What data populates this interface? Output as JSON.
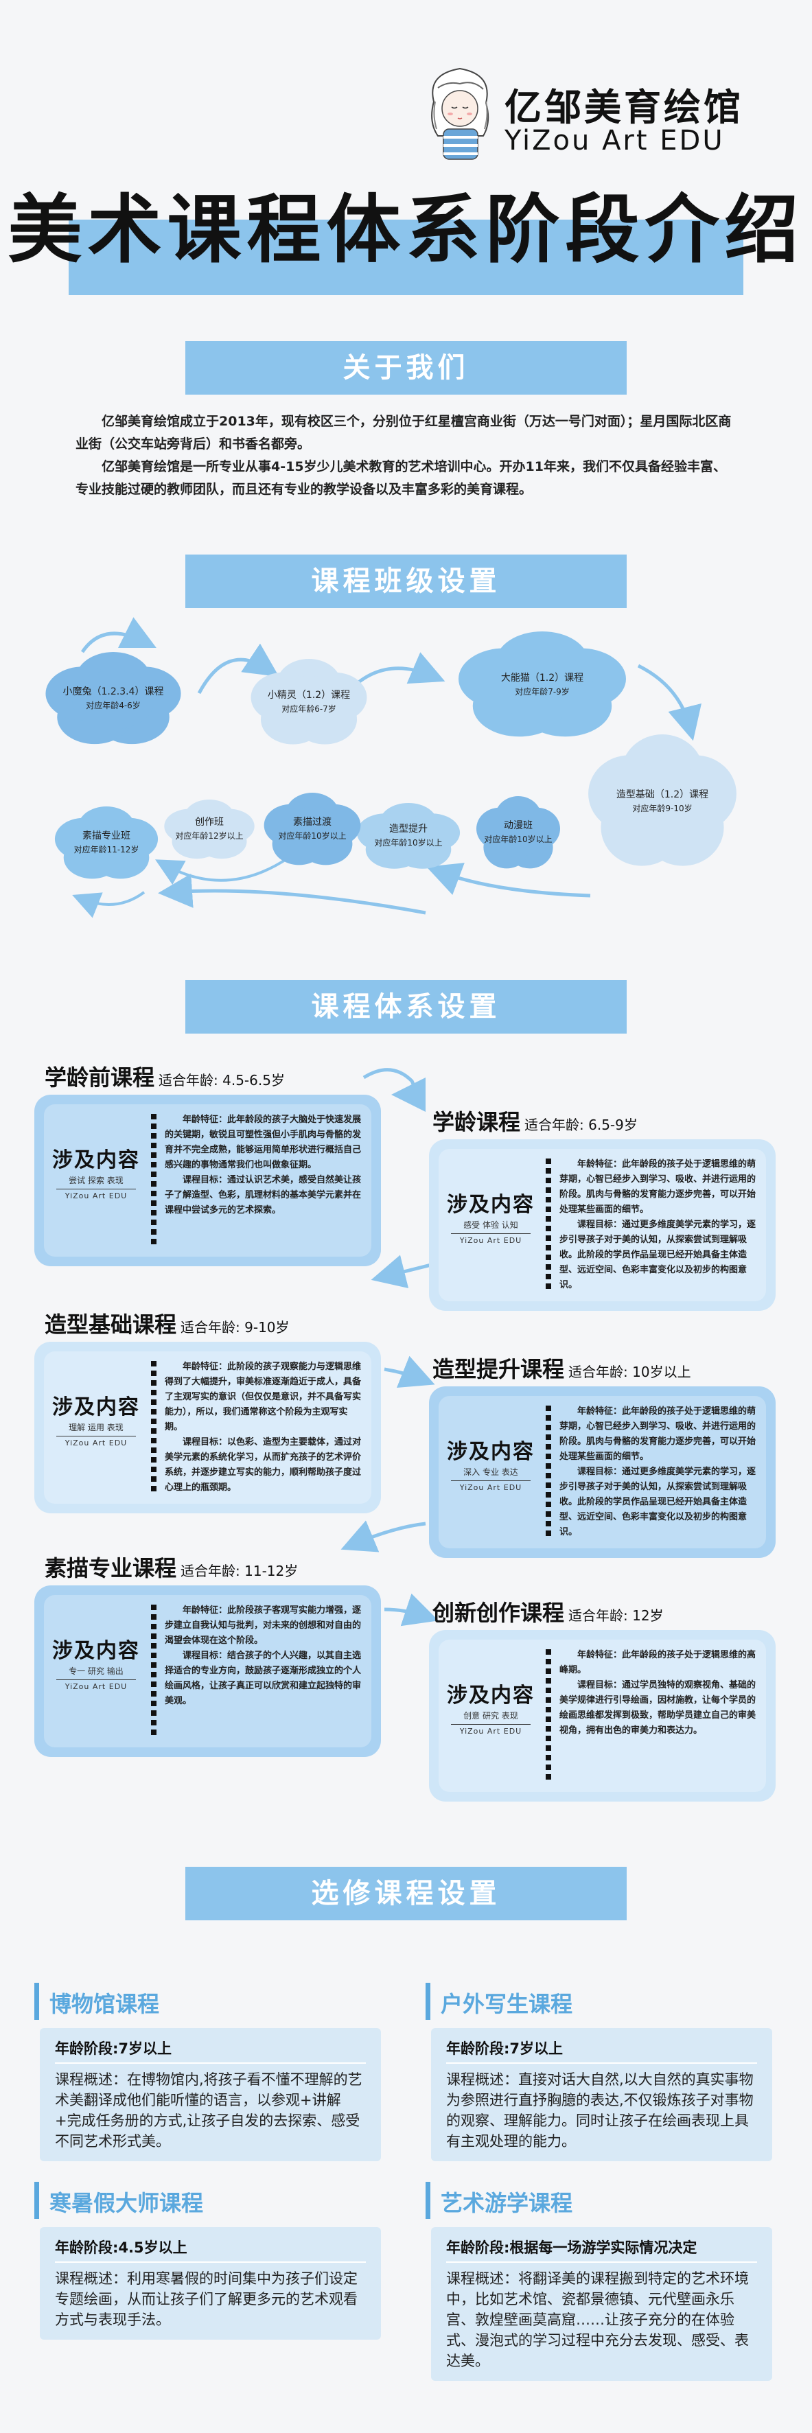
{
  "header": {
    "brand_cn": "亿邹美育绘馆",
    "brand_en": "YiZou Art EDU",
    "main_title": "美术课程体系阶段介绍"
  },
  "about": {
    "heading": "关于我们",
    "para1": "亿邹美育绘馆成立于2013年，现有校区三个，分别位于红星檀宫商业街（万达一号门对面）；星月国际北区商业街（公交车站旁背后）和书香名都旁。",
    "para2": "亿邹美育绘馆是一所专业从事4-15岁少儿美术教育的艺术培训中心。开办11年来，我们不仅具备经验丰富、专业技能过硬的教师团队，而且还有专业的教学设备以及丰富多彩的美育课程。"
  },
  "classes": {
    "heading": "课程班级设置",
    "items": [
      {
        "name": "小魔兔（1.2.3.4）课程",
        "age": "对应年龄4-6岁"
      },
      {
        "name": "小精灵（1.2）课程",
        "age": "对应年龄6-7岁"
      },
      {
        "name": "大能猫（1.2）课程",
        "age": "对应年龄7-9岁"
      },
      {
        "name": "造型基础（1.2）课程",
        "age": "对应年龄9-10岁"
      },
      {
        "name": "动漫班",
        "age": "对应年龄10岁以上"
      },
      {
        "name": "造型提升",
        "age": "对应年龄10岁以上"
      },
      {
        "name": "素描过渡",
        "age": "对应年龄10岁以上"
      },
      {
        "name": "创作班",
        "age": "对应年龄12岁以上"
      },
      {
        "name": "素描专业班",
        "age": "对应年龄11-12岁"
      }
    ]
  },
  "system": {
    "heading": "课程体系设置",
    "age_prefix": "适合年龄:",
    "label_main": "涉及内容",
    "label_en": "YiZou Art EDU",
    "courses": [
      {
        "title": "学龄前课程",
        "age": "4.5-6.5岁",
        "tags": "尝试 探索 表现",
        "p1": "年龄特征：此年龄段的孩子大脑处于快速发展的关键期，敏锐且可塑性强但小手肌肉与骨骼的发育并不完全成熟，能够运用简单形状进行概括自己感兴趣的事物通常我们也叫做象征期。",
        "p2": "课程目标：通过认识艺术美，感受自然美让孩子了解造型、色彩，肌理材料的基本美学元素并在课程中尝试多元的艺术探索。"
      },
      {
        "title": "学龄课程",
        "age": "6.5-9岁",
        "tags": "感受 体验 认知",
        "p1": "年龄特征：此年龄段的孩子处于逻辑思维的萌芽期，心智已经步入到学习、吸收、并进行运用的阶段。肌肉与骨骼的发育能力逐步完善，可以开始处理某些画面的细节。",
        "p2": "课程目标：通过更多维度美学元素的学习，逐步引导孩子对于美的认知，从探索尝试到理解吸收。此阶段的学员作品呈现已经开始具备主体造型、远近空间、色彩丰富变化以及初步的构图意识。"
      },
      {
        "title": "造型基础课程",
        "age": "9-10岁",
        "tags": "理解 运用 表现",
        "p1": "年龄特征：此阶段的孩子观察能力与逻辑思维得到了大幅提升，审美标准逐渐趋近于成人，具备了主观写实的意识（但仅仅是意识，并不具备写实能力），所以，我们通常称这个阶段为主观写实期。",
        "p2": "课程目标：以色彩、造型为主要载体，通过对美学元素的系统化学习，从而扩充孩子的艺术评价系统，并逐步建立写实的能力，顺利帮助孩子度过心理上的瓶颈期。"
      },
      {
        "title": "造型提升课程",
        "age": "10岁以上",
        "tags": "深入 专业 表达",
        "p1": "年龄特征：此年龄段的孩子处于逻辑思维的萌芽期，心智已经步入到学习、吸收、并进行运用的阶段。肌肉与骨骼的发育能力逐步完善，可以开始处理某些画面的细节。",
        "p2": "课程目标：通过更多维度美学元素的学习，逐步引导孩子对于美的认知，从探索尝试到理解吸收。此阶段的学员作品呈现已经开始具备主体造型、远近空间、色彩丰富变化以及初步的构图意识。"
      },
      {
        "title": "素描专业课程",
        "age": "11-12岁",
        "tags": "专一 研究 输出",
        "p1": "年龄特征：此阶段孩子客观写实能力增强，逐步建立自我认知与批判，对未来的创想和对自由的渴望会体现在这个阶段。",
        "p2": "课程目标：结合孩子的个人兴趣，以其自主选择适合的专业方向，鼓励孩子逐渐形成独立的个人绘画风格，让孩子真正可以欣赏和建立起独特的审美观。"
      },
      {
        "title": "创新创作课程",
        "age": "12岁",
        "tags": "创意 研究 表现",
        "p1": "年龄特征：此年龄段的孩子处于逻辑思维的高峰期。",
        "p2": "课程目标：通过学员独特的观察视角、基础的美学规律进行引导绘画，因材施教，让每个学员的绘画思维都发挥到极致，帮助学员建立自己的审美视角，拥有出色的审美力和表达力。"
      }
    ]
  },
  "electives": {
    "heading": "选修课程设置",
    "items": [
      {
        "title": "博物馆课程",
        "stage": "年龄阶段:7岁以上",
        "text": "课程概述：在博物馆内,将孩子看不懂不理解的艺术美翻译成他们能听懂的语言，以参观+讲解+完成任务册的方式,让孩子自发的去探索、感受不同艺术形式美。"
      },
      {
        "title": "户外写生课程",
        "stage": "年龄阶段:7岁以上",
        "text": "课程概述：直接对话大自然,以大自然的真实事物为参照进行直抒胸臆的表达,不仅锻炼孩子对事物的观察、理解能力。同时让孩子在绘画表现上具有主观处理的能力。"
      },
      {
        "title": "寒暑假大师课程",
        "stage": "年龄阶段:4.5岁以上",
        "text": "课程概述：利用寒暑假的时间集中为孩子们设定专题绘画，从而让孩子们了解更多元的艺术观看方式与表现手法。"
      },
      {
        "title": "艺术游学课程",
        "stage": "年龄阶段:根据每一场游学实际情况决定",
        "text": "课程概述：将翻译美的课程搬到特定的艺术环境中，比如艺术馆、瓷都景德镇、元代壁画永乐宫、敦煌壁画莫高窟……让孩子充分的在体验式、漫泡式的学习过程中充分去发现、感受、表达美。"
      }
    ]
  }
}
